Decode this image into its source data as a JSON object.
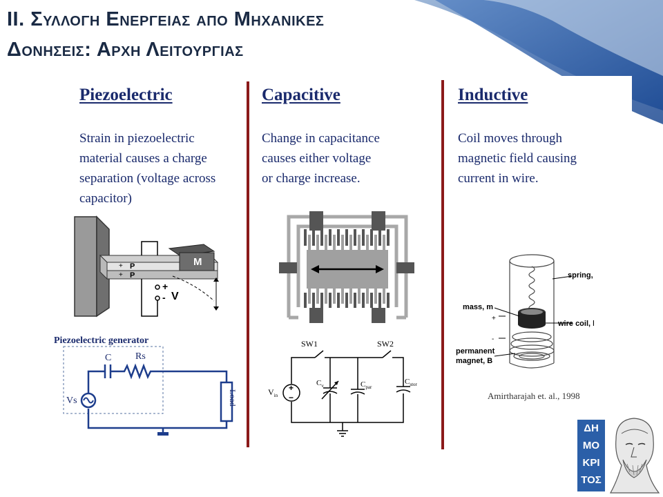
{
  "slide": {
    "title_line1": "II. Συλλογη Ενεργειας απο Μηχανικες",
    "title_line2": "Δονησεις: Αρχη Λειτουργιας"
  },
  "columns": [
    {
      "heading": "Piezoelectric",
      "text_lines": [
        "Strain in piezoelectric",
        "material causes a charge",
        "separation (voltage across",
        "capacitor)"
      ]
    },
    {
      "heading": "Capacitive",
      "text_lines": [
        "Change in capacitance",
        "causes either voltage",
        "or charge increase."
      ]
    },
    {
      "heading": "Inductive",
      "text_lines": [
        "Coil moves through",
        "magnetic field causing",
        "current in wire."
      ]
    }
  ],
  "piezo_device": {
    "mass": "M",
    "pole1": "P",
    "pole2": "P",
    "plus": "+",
    "minus": "-",
    "voltage": "V"
  },
  "piezo_circuit": {
    "title": "Piezoelectric generator",
    "cap": "C",
    "resistor": "Rs",
    "source": "Vs",
    "load": "Load"
  },
  "capacitive_circuit": {
    "sw1": "SW1",
    "sw2": "SW2",
    "vin": "V",
    "vin_sub": "in",
    "cv": "C",
    "cv_sub": "v",
    "cpar": "C",
    "cpar_sub": "par",
    "cstor": "C",
    "cstor_sub": "stor",
    "plus": "+",
    "minus": "−"
  },
  "inductive_device": {
    "spring": "spring, k",
    "mass": "mass, m",
    "coil": "wire coil, l",
    "magnet_line1": "permanent",
    "magnet_line2": "magnet, B",
    "plus": "+",
    "minus": "-",
    "citation": "Amirtharajah et. al., 1998"
  },
  "logo": {
    "line1": "ΔΗ",
    "line2": "ΜΟ",
    "line3": "ΚΡΙ",
    "line4": "ΤΟΣ"
  },
  "colors": {
    "title": "#1a2a44",
    "accent_blue": "#2b5fa8",
    "divider": "#8b1a1a",
    "text": "#1a2a6c",
    "circuit": "#1d3d8c"
  }
}
